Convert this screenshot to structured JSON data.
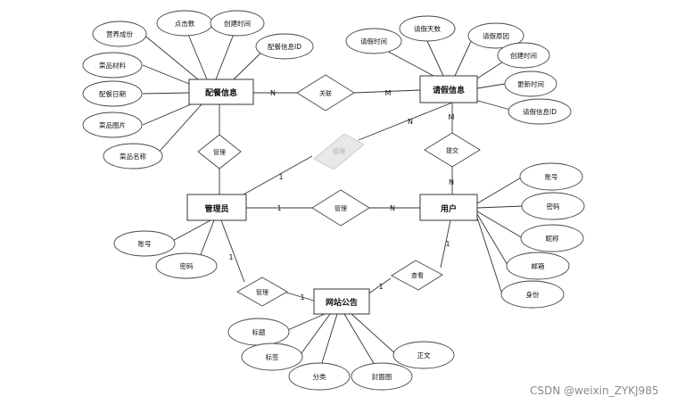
{
  "entities": {
    "recipe": "配餐信息",
    "diet": "请假信息",
    "admin": "管理员",
    "user": "用户",
    "notice": "网站公告"
  },
  "attributes": {
    "recipe": [
      "营养成份",
      "点击数",
      "创建时间",
      "配餐信息ID",
      "菜品材料",
      "配餐日期",
      "菜品图片",
      "菜品名称"
    ],
    "diet": [
      "请假时间",
      "请假天数",
      "请假原因",
      "创建时间",
      "更新时间",
      "请假信息ID"
    ],
    "admin": [
      "账号",
      "密码"
    ],
    "user": [
      "账号",
      "密码",
      "昵称",
      "邮箱",
      "身份"
    ],
    "notice": [
      "标题",
      "标签",
      "分类",
      "封面图",
      "正文"
    ]
  },
  "relationships": {
    "link": "关联",
    "manage_recipe": "管理",
    "manage_diet": "管理",
    "submit": "提交",
    "manage_user": "管理",
    "manage_notice": "管理",
    "view": "查看"
  },
  "cardinalities": {
    "recipe_link": "N",
    "link_diet": "M",
    "admin_recipe": "1",
    "diet_admin": "N",
    "diet_submit": "M",
    "submit_user": "N",
    "admin_user_1": "1",
    "admin_user_n": "N",
    "admin_notice_1": "1",
    "admin_notice_2": "1",
    "user_notice_1": "1",
    "user_notice_2": "1"
  },
  "watermark": "CSDN @weixin_ZYKJ985"
}
